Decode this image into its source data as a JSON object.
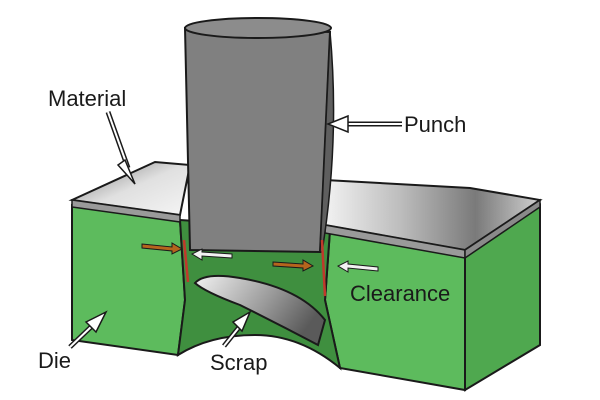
{
  "labels": {
    "material": "Material",
    "punch": "Punch",
    "clearance": "Clearance",
    "die": "Die",
    "scrap": "Scrap"
  },
  "colors": {
    "die_green": "#5dbb5d",
    "die_green_dark": "#3f8f3f",
    "punch_gray": "#808080",
    "material_light": "#e6e6e6",
    "material_dark": "#6e6e6e",
    "clearance_red": "#c0392b",
    "arrow_red": "#b5651d"
  }
}
